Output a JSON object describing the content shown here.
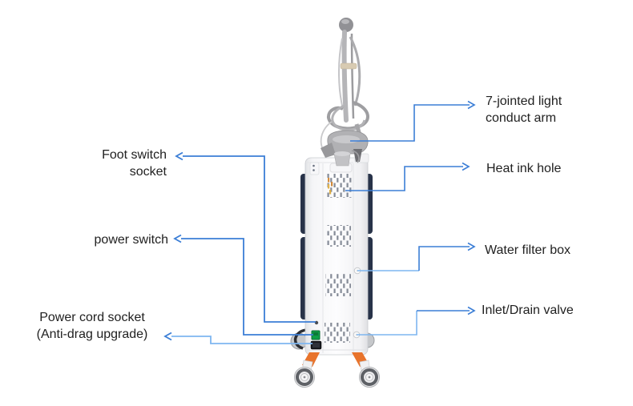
{
  "diagram_title": "Laser machine parts callout diagram",
  "colors": {
    "background": "#ffffff",
    "callout_line_blue": "#3b7ed6",
    "callout_line_blue_light": "#7eb6f0",
    "label_text": "#212121",
    "machine_navy_rails": "#283349",
    "machine_orange_legs": "#e8742c",
    "power_switch_green": "#0e9e47",
    "machine_body": "#f4f4f6",
    "arm_gray": "#b2b2b5"
  },
  "callouts": {
    "right": [
      {
        "id": "light-conduct-arm",
        "label": "7-jointed light\nconduct arm"
      },
      {
        "id": "heat-ink-hole",
        "label": "Heat ink hole"
      },
      {
        "id": "water-filter-box",
        "label": "Water filter box"
      },
      {
        "id": "inlet-drain-valve",
        "label": "Inlet/Drain valve"
      }
    ],
    "left": [
      {
        "id": "foot-switch-socket",
        "label": "Foot switch\nsocket"
      },
      {
        "id": "power-switch",
        "label": "power switch"
      },
      {
        "id": "power-cord-socket",
        "label": "Power cord socket\n(Anti-drag upgrade)"
      }
    ]
  },
  "illustration_parts": [
    "articulated-light-arm",
    "tower-body",
    "heat-vent-grilles",
    "water-filter-screw",
    "inlet-drain-valve-knob",
    "foot-switch-socket-hole",
    "power-switch-control",
    "power-cord-socket-port",
    "orange-legs",
    "caster-wheels"
  ]
}
